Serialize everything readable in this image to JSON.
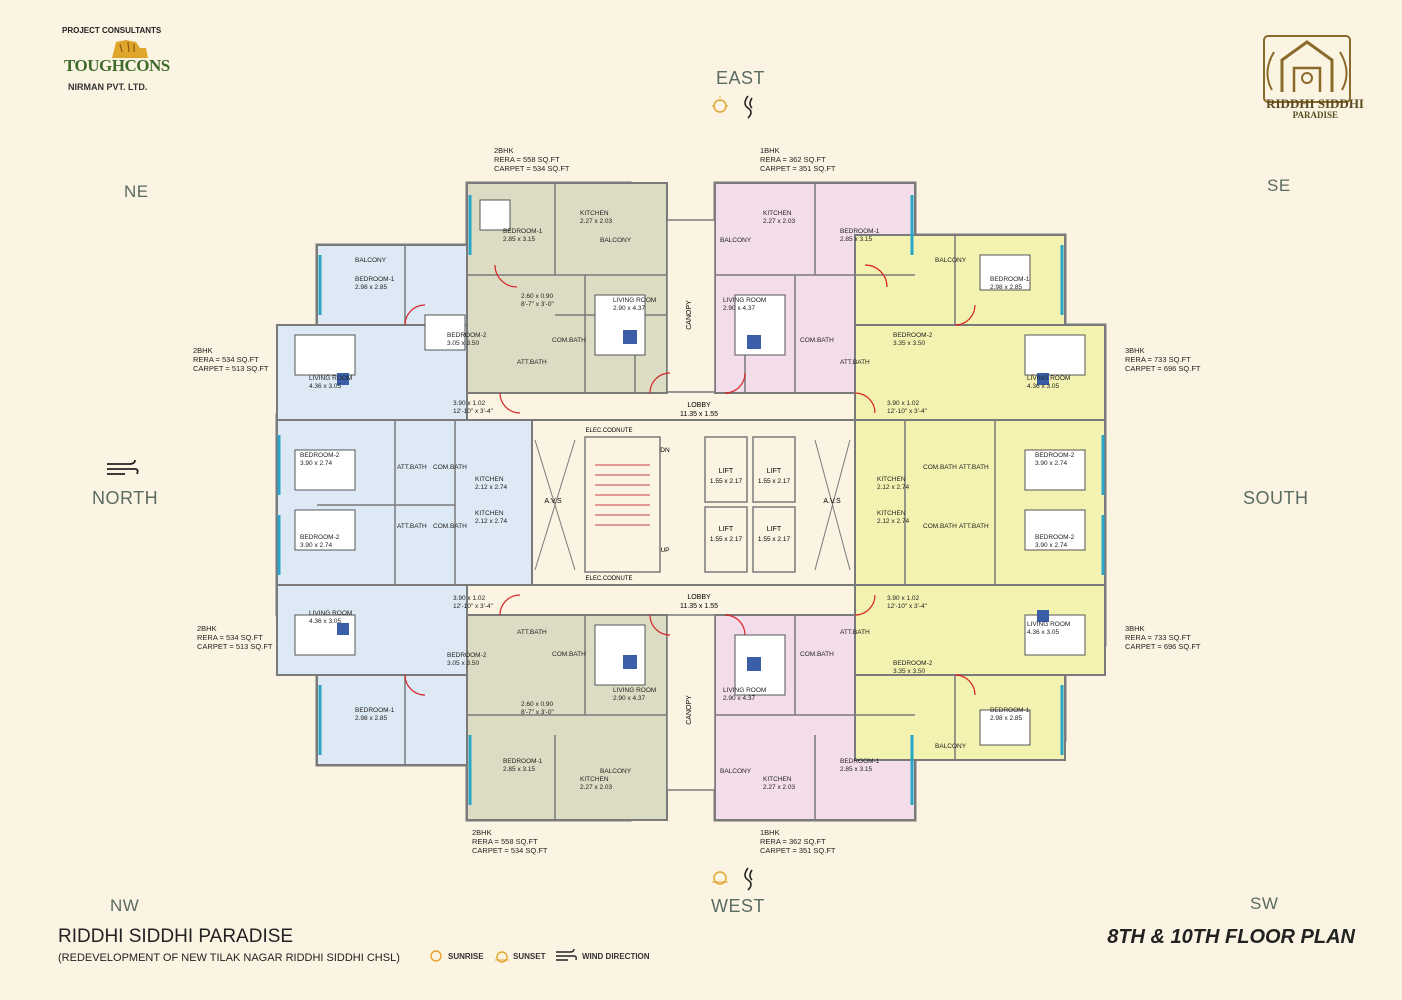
{
  "consultant": {
    "heading": "PROJECT CONSULTANTS",
    "logo_text": "TOUGHCONS",
    "logo_sub": "NIRMAN PVT. LTD."
  },
  "brand": {
    "line1": "RIDDHI SIDDHI",
    "line2": "PARADISE"
  },
  "directions": {
    "east": "EAST",
    "west": "WEST",
    "north": "NORTH",
    "south": "SOUTH",
    "ne": "NE",
    "se": "SE",
    "nw": "NW",
    "sw": "SW"
  },
  "footer": {
    "title": "RIDDHI SIDDHI PARADISE",
    "subtitle": "(REDEVELOPMENT OF NEW TILAK NAGAR RIDDHI SIDDHI CHSL)",
    "plan_title": "8TH & 10TH FLOOR PLAN",
    "legend": {
      "sunrise": "SUNRISE",
      "sunset": "SUNSET",
      "wind": "WIND DIRECTION"
    }
  },
  "units": {
    "top_left": {
      "type": "2BHK",
      "rera": "RERA = 558 SQ.FT",
      "carpet": "CARPET = 534 SQ.FT"
    },
    "top_right": {
      "type": "1BHK",
      "rera": "RERA = 362 SQ.FT",
      "carpet": "CARPET = 351 SQ.FT"
    },
    "left_upper": {
      "type": "2BHK",
      "rera": "RERA = 534 SQ.FT",
      "carpet": "CARPET = 513 SQ.FT"
    },
    "left_lower": {
      "type": "2BHK",
      "rera": "RERA = 534 SQ.FT",
      "carpet": "CARPET = 513 SQ.FT"
    },
    "right_upper": {
      "type": "3BHK",
      "rera": "RERA = 733 SQ.FT",
      "carpet": "CARPET = 696 SQ.FT"
    },
    "right_lower": {
      "type": "3BHK",
      "rera": "RERA = 733 SQ.FT",
      "carpet": "CARPET = 696 SQ.FT"
    },
    "bottom_left": {
      "type": "2BHK",
      "rera": "RERA = 558 SQ.FT",
      "carpet": "CARPET = 534 SQ.FT"
    },
    "bottom_right": {
      "type": "1BHK",
      "rera": "RERA = 362 SQ.FT",
      "carpet": "CARPET = 351 SQ.FT"
    }
  },
  "core": {
    "lobby": "LOBBY",
    "lobby_dim": "11.35 x 1.55",
    "lift": "LIFT",
    "lift_dim": "1.55 x 2.17",
    "avs": "A.V.S",
    "elec": "ELEC.CODNUTE",
    "canopy": "CANOPY",
    "dn": "DN",
    "up": "UP"
  },
  "rooms": {
    "bedroom1": "BEDROOM-1",
    "bedroom2": "BEDROOM-2",
    "living": "LIVING ROOM",
    "kitchen": "KITCHEN",
    "balcony": "BALCONY",
    "att_bath": "ATT.BATH",
    "com_bath": "COM.BATH",
    "passage": "3.90 x 1.02",
    "passage_ft": "12'-10\" x 3'-4\"",
    "passage2": "2.60 x 0.90",
    "passage2_ft": "8'-7\" x 3'-0\"",
    "bed1_2bhk": "2.85 x 3.15",
    "bed2_2bhk": "3.05 x 3.50",
    "liv_2bhk": "2.90 x 4.37",
    "kit_2bhk": "2.27 x 2.03",
    "bed1_side": "2.98 x 2.85",
    "liv_side": "4.36 x 3.05",
    "bed2_side": "3.90 x 2.74",
    "kit_side": "2.12 x 2.74",
    "bed2_3bhk": "3.35 x 3.50"
  },
  "colors": {
    "background": "#fcf4e3",
    "blue_unit": "#dde9f4",
    "olive_unit": "#dcdcc4",
    "pink_unit": "#f3ddea",
    "yellow_unit": "#f4f2b0",
    "wall": "#7a7a7a",
    "door": "#d8232a",
    "window": "#2aa6c8",
    "text_green": "#5a6b62"
  }
}
